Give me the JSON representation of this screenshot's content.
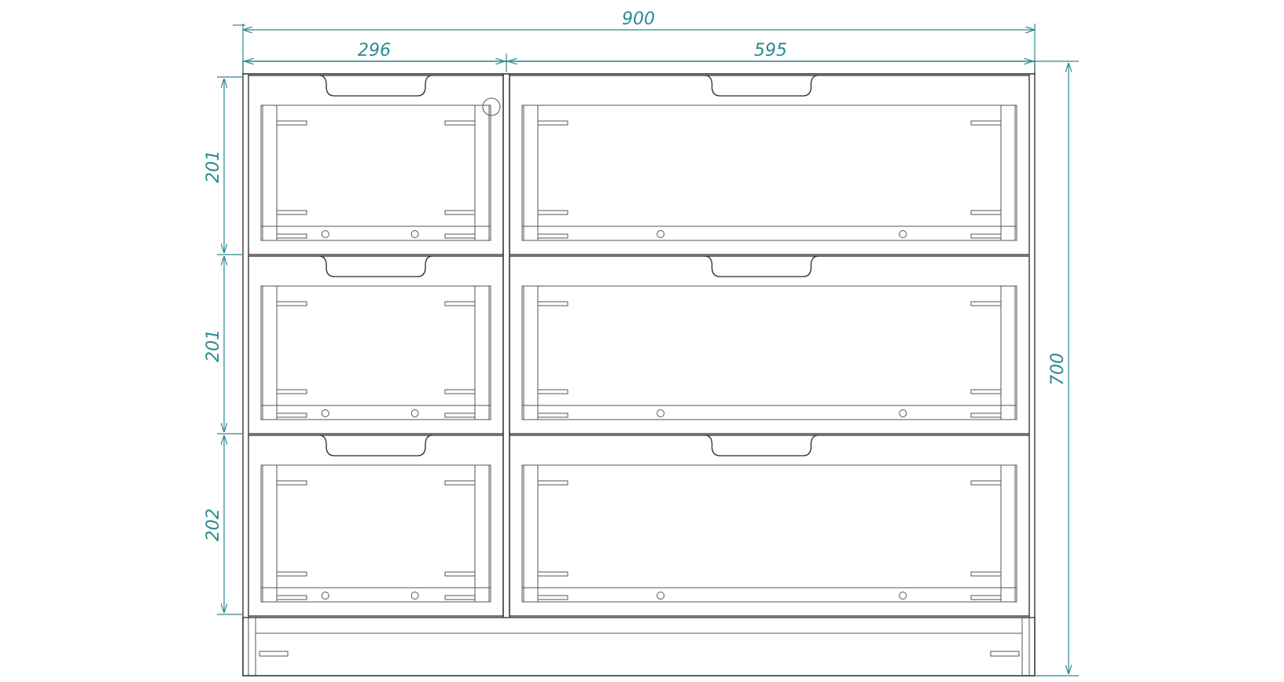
{
  "colors": {
    "dimension": "#2a8a91",
    "line": "#555555",
    "line_dark": "#2a2a2a",
    "background": "#ffffff"
  },
  "dimensions": {
    "overall_width": "900",
    "left_column_width": "296",
    "right_column_width": "595",
    "drawer_row_1_height": "201",
    "drawer_row_2_height": "201",
    "drawer_row_3_height": "202",
    "overall_height": "700"
  },
  "layout": {
    "drawer_rows": 3,
    "drawer_columns": 2
  }
}
